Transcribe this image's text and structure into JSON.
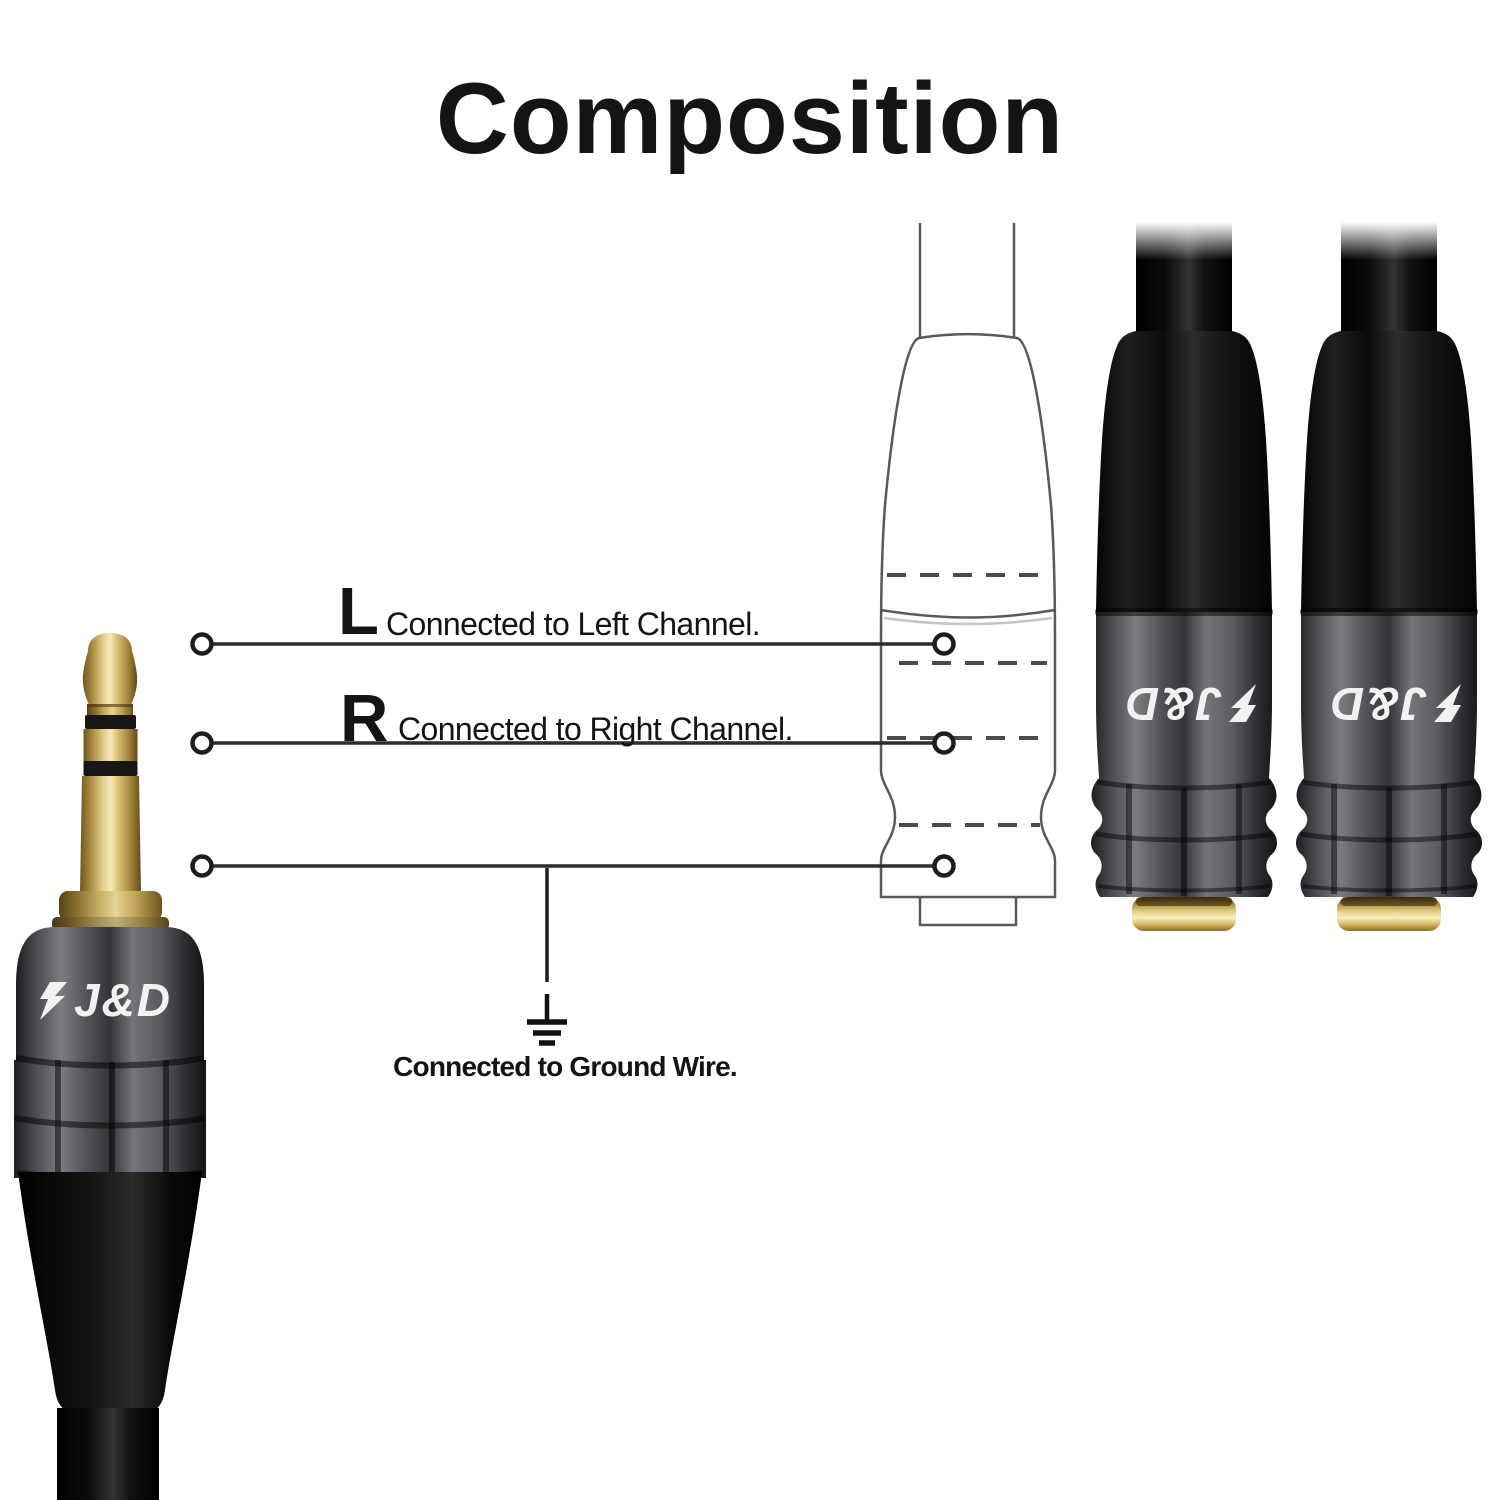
{
  "page": {
    "background": "#ffffff"
  },
  "header": {
    "title": "Composition"
  },
  "wiring": {
    "channels": [
      {
        "letter": "L",
        "label": "Connected to Left Channel."
      },
      {
        "letter": "R",
        "label": "Connected to Right Channel."
      }
    ],
    "ground": {
      "label": "Connected to Ground Wire."
    },
    "terminal_icon": "open-circle-terminal",
    "ground_icon": "earth-ground-symbol"
  },
  "brand": {
    "logo_text": "J&D",
    "logo_icon": "lightning-bolt"
  },
  "colors": {
    "wire_line": "#2c2c2c",
    "outline_gray": "#59595b",
    "dash_gray": "#4c4c4c",
    "text_black": "#141414",
    "gold_highlight": "#f6ebbb",
    "gold_mid": "#e3cf8c",
    "gold_shadow": "#6e5620",
    "gunmetal": "#74747b",
    "glossy_black": "#0a0a0a",
    "logo_white": "#f2f2f2"
  }
}
